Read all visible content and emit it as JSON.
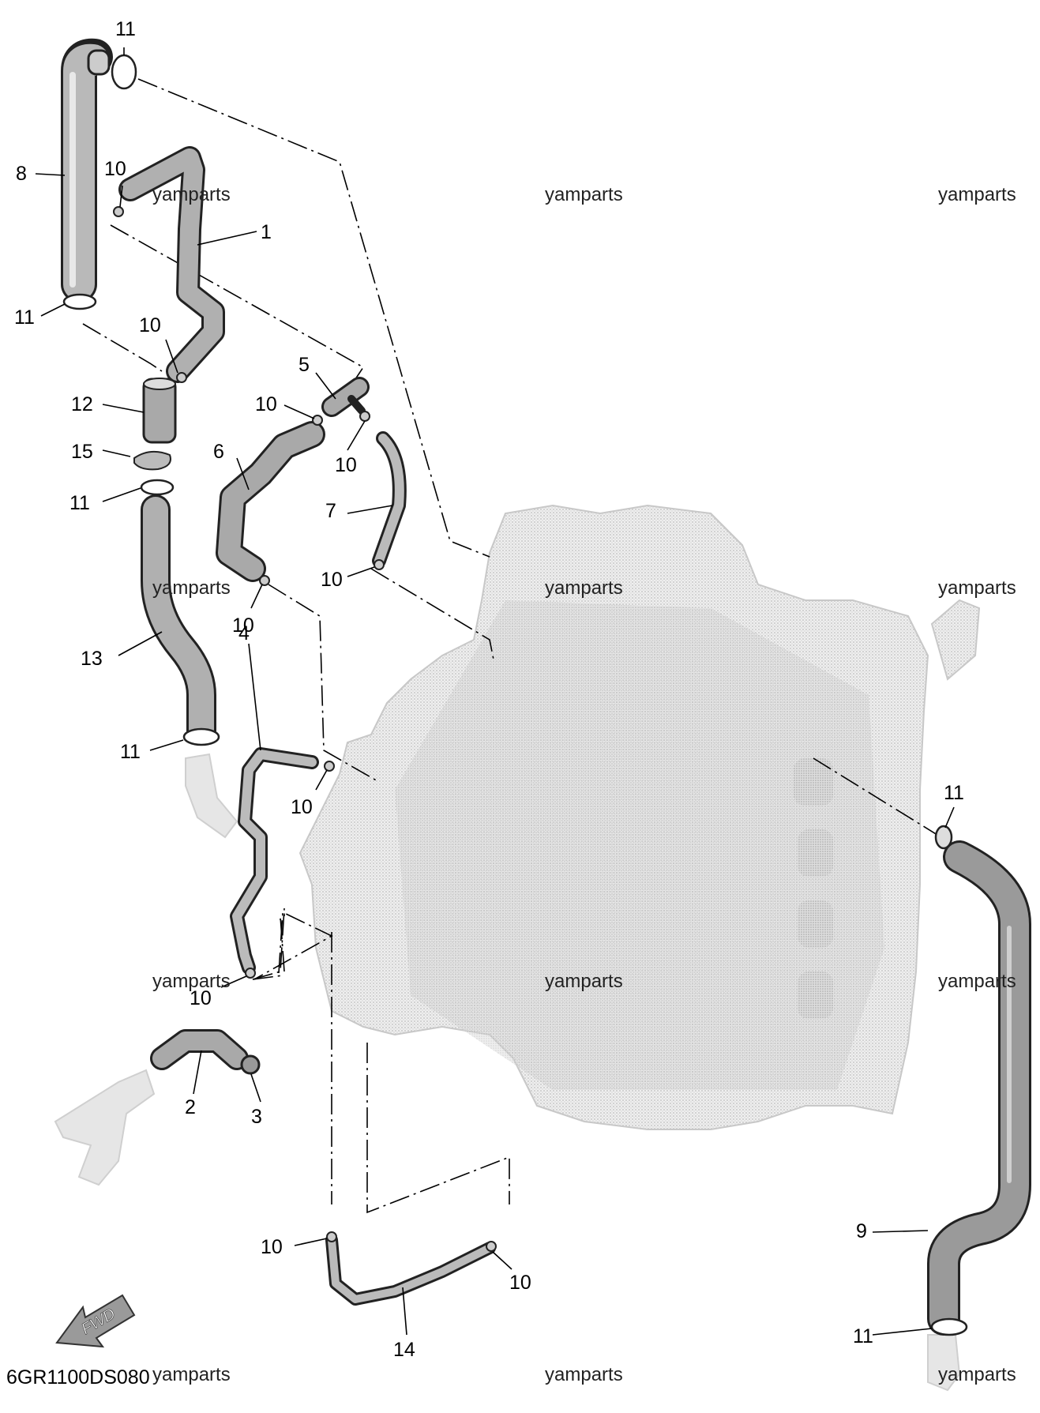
{
  "diagram_code": "6GR1100DS080",
  "watermark": "yamparts",
  "fwd_label": "FWD",
  "part_numbers": [
    "1",
    "2",
    "3",
    "4",
    "5",
    "6",
    "7",
    "8",
    "9",
    "10",
    "11",
    "12",
    "13",
    "14",
    "15"
  ],
  "labels": {
    "l1": "1",
    "l2": "2",
    "l3": "3",
    "l4": "4",
    "l5": "5",
    "l6": "6",
    "l7": "7",
    "l8": "8",
    "l9": "9",
    "l10a": "10",
    "l10b": "10",
    "l10c": "10",
    "l10d": "10",
    "l10e": "10",
    "l10f": "10",
    "l10g": "10",
    "l10h": "10",
    "l10i": "10",
    "l10j": "10",
    "l11a": "11",
    "l11b": "11",
    "l11c": "11",
    "l11d": "11",
    "l11e": "11",
    "l11f": "11",
    "l12": "12",
    "l13": "13",
    "l14": "14",
    "l15": "15"
  }
}
